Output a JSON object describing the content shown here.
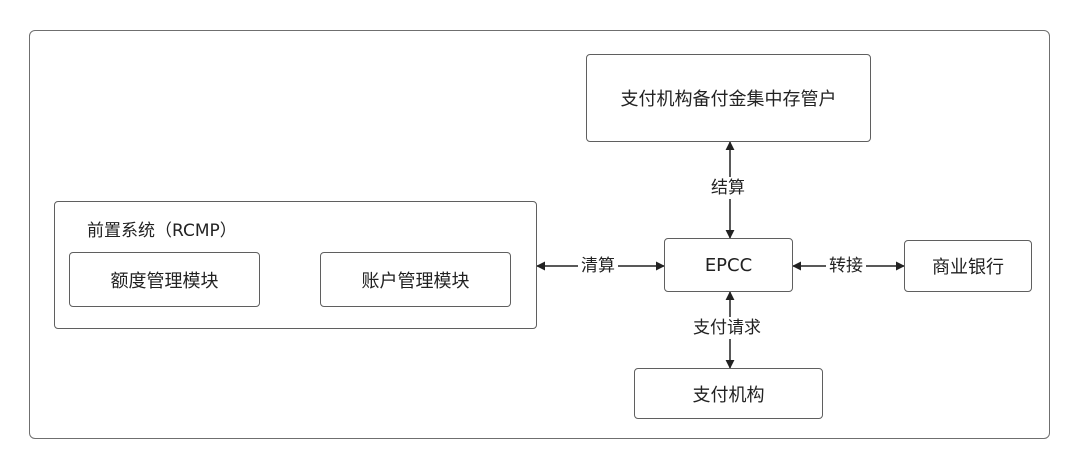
{
  "nodes": {
    "custody_bank": "支付机构备付金集中存管户",
    "front_system_title": "前置系统（RCMP）",
    "quota_module": "额度管理模块",
    "account_module": "账户管理模块",
    "epcc": "EPCC",
    "commercial_bank": "商业银行",
    "payment_institution": "支付机构"
  },
  "edges": {
    "settlement": "结算",
    "clearing": "清算",
    "transfer": "转接",
    "payment_request": "支付请求"
  },
  "colors": {
    "border": "#5f5f5f",
    "arrow": "#222222",
    "text": "#222222"
  }
}
